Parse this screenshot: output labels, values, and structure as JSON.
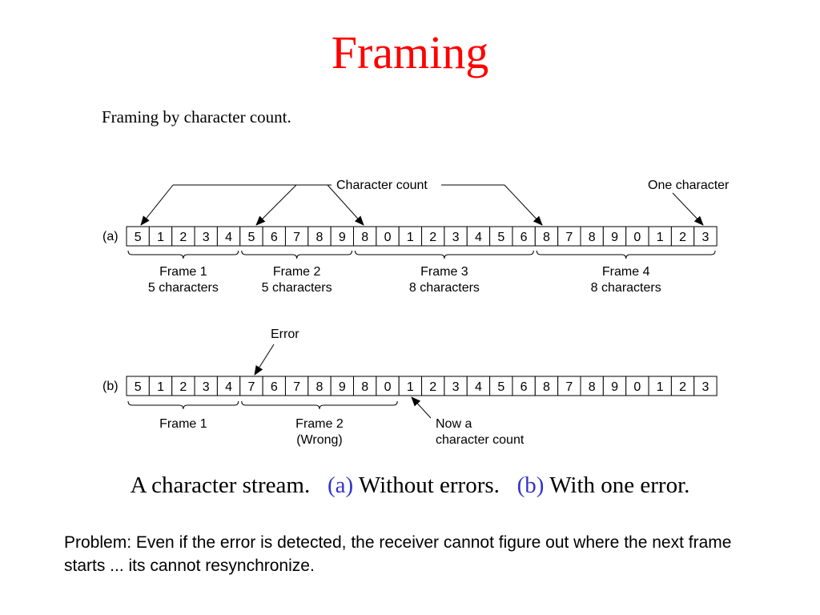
{
  "title": "Framing",
  "subtitle": "Framing by character count.",
  "colors": {
    "title": "#ff0000",
    "caption_label": "#3333cc",
    "text": "#000000"
  },
  "figure": {
    "row_a": {
      "label": "(a)",
      "cells": [
        "5",
        "1",
        "2",
        "3",
        "4",
        "5",
        "6",
        "7",
        "8",
        "9",
        "8",
        "0",
        "1",
        "2",
        "3",
        "4",
        "5",
        "6",
        "8",
        "7",
        "8",
        "9",
        "0",
        "1",
        "2",
        "3"
      ],
      "annotations": {
        "character_count": "Character count",
        "one_character": "One character"
      },
      "frames": [
        {
          "name": "Frame 1",
          "detail": "5 characters",
          "start": 0,
          "end": 4
        },
        {
          "name": "Frame 2",
          "detail": "5 characters",
          "start": 5,
          "end": 9
        },
        {
          "name": "Frame 3",
          "detail": "8 characters",
          "start": 10,
          "end": 17
        },
        {
          "name": "Frame 4",
          "detail": "8 characters",
          "start": 18,
          "end": 25
        }
      ]
    },
    "row_b": {
      "label": "(b)",
      "cells": [
        "5",
        "1",
        "2",
        "3",
        "4",
        "7",
        "6",
        "7",
        "8",
        "9",
        "8",
        "0",
        "1",
        "2",
        "3",
        "4",
        "5",
        "6",
        "8",
        "7",
        "8",
        "9",
        "0",
        "1",
        "2",
        "3"
      ],
      "annotations": {
        "error": "Error",
        "now_a": "Now a",
        "character_count": "character count"
      },
      "frames": [
        {
          "name": "Frame 1",
          "detail": "",
          "start": 0,
          "end": 4
        },
        {
          "name": "Frame 2",
          "detail": "(Wrong)",
          "start": 5,
          "end": 11
        }
      ]
    }
  },
  "caption": {
    "part1": "A character stream.",
    "label_a": "(a)",
    "part2": "Without errors.",
    "label_b": "(b)",
    "part3": "With one error."
  },
  "problem": "Problem: Even if the error is detected, the receiver cannot figure out where the next frame starts ... its cannot resynchronize."
}
